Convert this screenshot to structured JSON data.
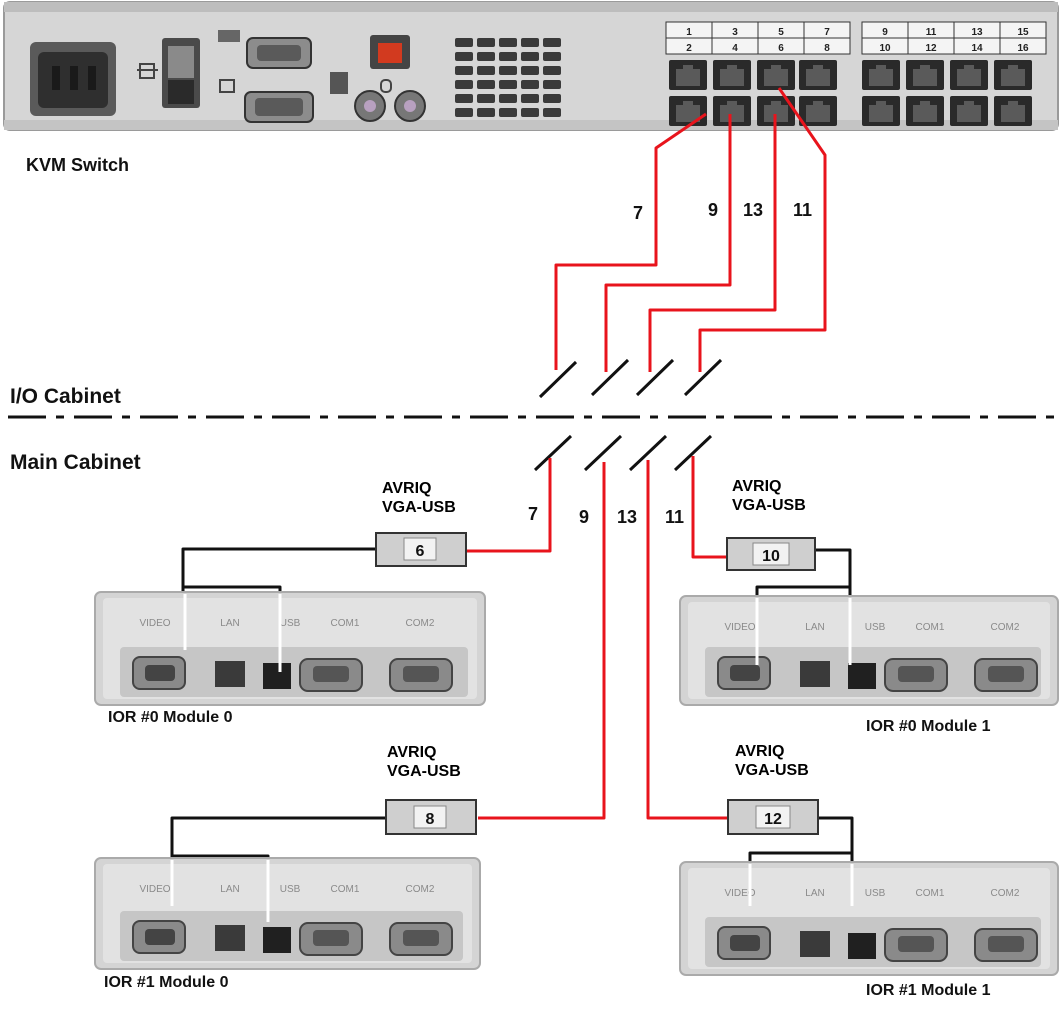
{
  "kvm": {
    "label": "KVM Switch",
    "port_numbers_top": [
      "1",
      "3",
      "5",
      "7",
      "9",
      "11",
      "13",
      "15"
    ],
    "port_numbers_bottom": [
      "2",
      "4",
      "6",
      "8",
      "10",
      "12",
      "14",
      "16"
    ]
  },
  "cabinets": {
    "io": "I/O Cabinet",
    "main": "Main Cabinet"
  },
  "cable_labels_upper": [
    "7",
    "9",
    "13",
    "11"
  ],
  "cable_labels_lower": [
    "7",
    "9",
    "13",
    "11"
  ],
  "adapters": [
    {
      "line1": "AVRIQ",
      "line2": "VGA-USB",
      "number": "6"
    },
    {
      "line1": "AVRIQ",
      "line2": "VGA-USB",
      "number": "10"
    },
    {
      "line1": "AVRIQ",
      "line2": "VGA-USB",
      "number": "8"
    },
    {
      "line1": "AVRIQ",
      "line2": "VGA-USB",
      "number": "12"
    }
  ],
  "module_ports": [
    "VIDEO",
    "LAN",
    "USB",
    "COM1",
    "COM2"
  ],
  "modules": [
    {
      "label": "IOR #0  Module 0"
    },
    {
      "label": "IOR #0  Module 1"
    },
    {
      "label": "IOR #1  Module 0"
    },
    {
      "label": "IOR #1  Module 1"
    }
  ],
  "colors": {
    "cable": "#e8141c",
    "usb_cable": "#111111",
    "adapter_box": "#cfcfcf",
    "chassis": "#d9d9d9"
  }
}
